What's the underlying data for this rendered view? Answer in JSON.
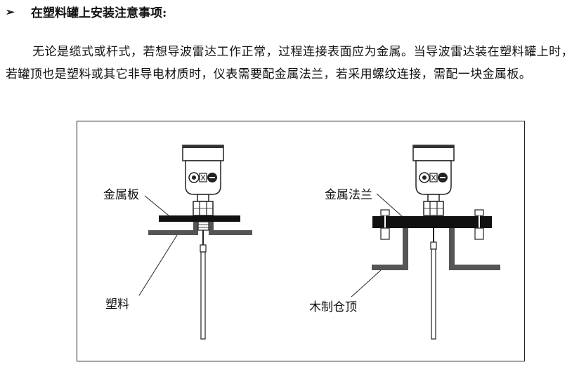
{
  "section": {
    "bullet_icon": "arrow-bullet-icon",
    "bullet_glyph": "➢",
    "title": "在塑料罐上安装注意事项:",
    "paragraph": "无论是缆式或杆式，若想导波雷达工作正常，过程连接表面应为金属。当导波雷达装在塑料罐上时，若罐顶也是塑料或其它非导电材质时，仪表需要配金属法兰，若采用螺纹连接，需配一块金属板。"
  },
  "figure": {
    "left_diagram": {
      "plate_label": "金属板",
      "material_label": "塑料"
    },
    "right_diagram": {
      "flange_label": "金属法兰",
      "roof_label": "木制仓顶"
    }
  }
}
